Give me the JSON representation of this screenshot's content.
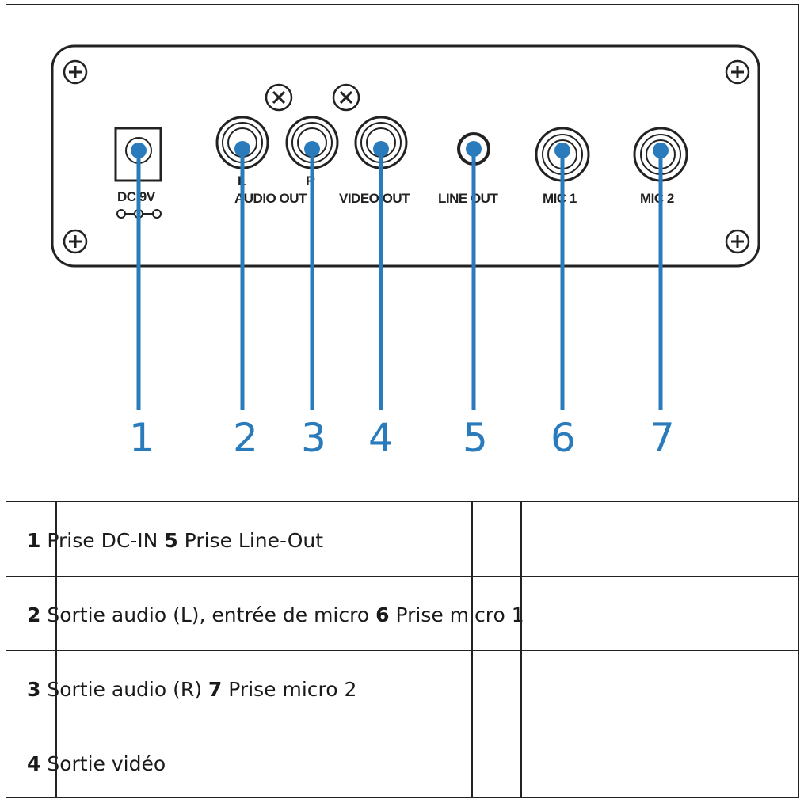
{
  "panel_labels": {
    "dc": "DC 9V",
    "audio_l": "L",
    "audio_r": "R",
    "audio_out": "AUDIO OUT",
    "video_out": "VIDEO OUT",
    "line_out": "LINE OUT",
    "mic1": "MIC 1",
    "mic2": "MIC 2"
  },
  "callouts": [
    "1",
    "2",
    "3",
    "4",
    "5",
    "6",
    "7"
  ],
  "legend": [
    [
      {
        "num": "1",
        "text": " Prise DC-IN "
      },
      {
        "num": "5",
        "text": " Prise Line-Out"
      }
    ],
    [
      {
        "num": "2",
        "text": " Sortie audio (L), entrée de micro "
      },
      {
        "num": "6",
        "text": " Prise micro 1"
      }
    ],
    [
      {
        "num": "3",
        "text": " Sortie audio (R) "
      },
      {
        "num": "7",
        "text": " Prise micro 2"
      }
    ],
    [
      {
        "num": "4",
        "text": " Sortie vidéo"
      }
    ]
  ],
  "colors": {
    "callout": "#2a7bbb",
    "lines": "#222222"
  }
}
